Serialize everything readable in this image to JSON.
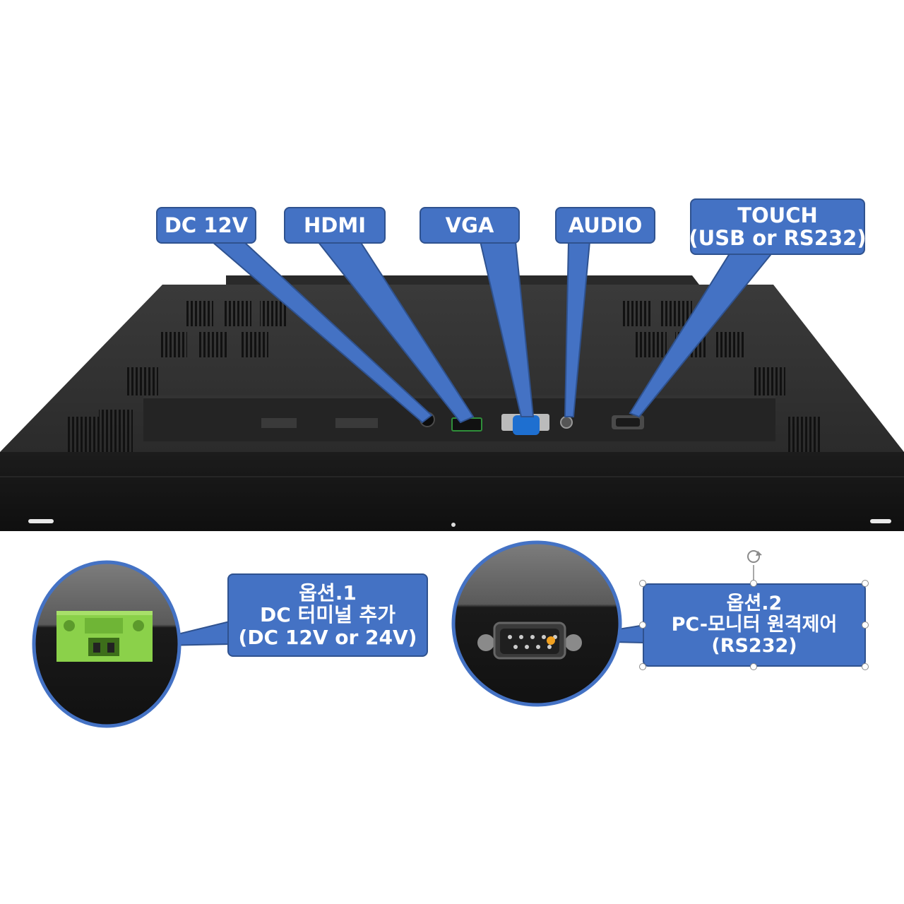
{
  "callouts": {
    "dc": "DC 12V",
    "hdmi": "HDMI",
    "vga": "VGA",
    "audio": "AUDIO",
    "touch_line1": "TOUCH",
    "touch_line2": "(USB or RS232)"
  },
  "option1": {
    "line1": "옵션.1",
    "line2": "DC 터미널 추가",
    "line3": "(DC 12V or 24V)"
  },
  "option2": {
    "line1": "옵션.2",
    "line2": "PC-모니터 원격제어",
    "line3": "(RS232)"
  },
  "colors": {
    "callout_fill": "#4472c4",
    "callout_border": "#2f528f",
    "terminal_green": "#8bd14a",
    "vga_blue": "#1e6fd0"
  }
}
